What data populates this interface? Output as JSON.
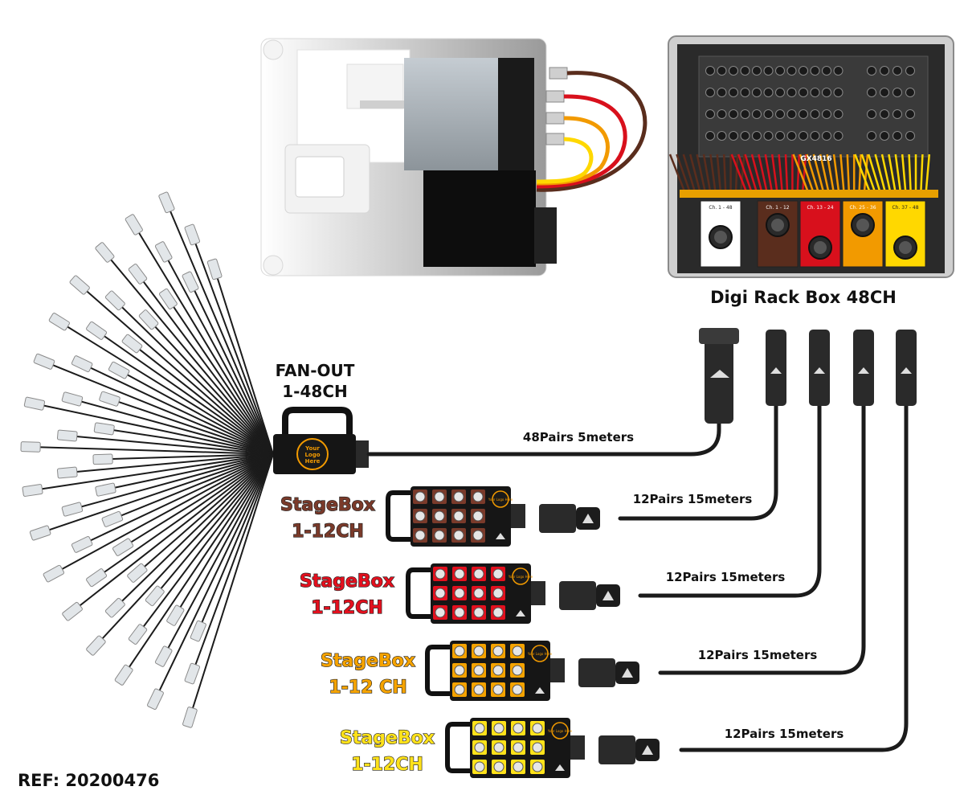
{
  "rack_box": {
    "title": "Digi Rack Box 48CH",
    "model": "GX4816",
    "sections": [
      "Ch. 1 - 48",
      "Ch. 1 - 12",
      "Ch. 13 - 24",
      "Ch. 25 - 36",
      "Ch. 37 - 48"
    ]
  },
  "fanout": {
    "title_line1": "FAN-OUT",
    "title_line2": "1-48CH",
    "logo_line1": "Your",
    "logo_line2": "Logo",
    "logo_line3": "Here"
  },
  "cables": {
    "main": "48Pairs 5meters",
    "sb1": "12Pairs 15meters",
    "sb2": "12Pairs 15meters",
    "sb3": "12Pairs 15meters",
    "sb4": "12Pairs 15meters"
  },
  "stageboxes": [
    {
      "line1": "StageBox",
      "line2": "1-12CH",
      "color": "#7a3a2a"
    },
    {
      "line1": "StageBox",
      "line2": "1-12CH",
      "color": "#e3101e"
    },
    {
      "line1": "StageBox",
      "line2": "1-12 CH",
      "color": "#f5a300"
    },
    {
      "line1": "StageBox",
      "line2": "1-12CH",
      "color": "#ffe21a"
    }
  ],
  "stagebox_logo": {
    "line1": "Your",
    "line2": "Logo",
    "line3": "Here"
  },
  "ref": "REF: 20200476",
  "colors": {
    "brown": "#5a2d1d",
    "red": "#d8101c",
    "orange": "#f29a00",
    "yellow": "#ffd800",
    "white": "#ffffff",
    "cable": "#1b1b1b"
  }
}
